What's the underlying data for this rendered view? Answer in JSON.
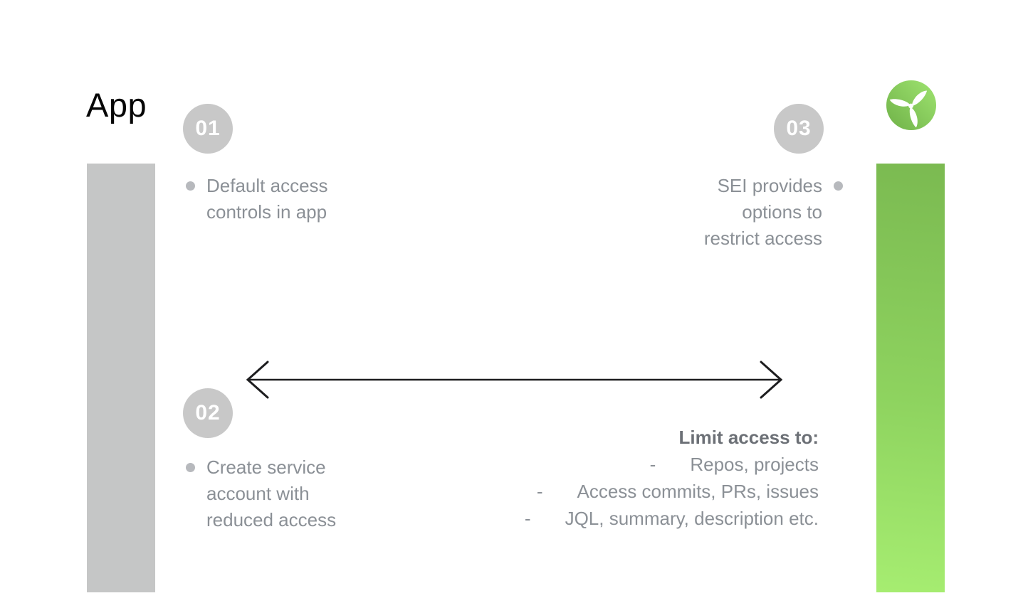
{
  "title": "App",
  "steps": [
    {
      "number": "01",
      "lines": [
        "Default access",
        "controls in app"
      ]
    },
    {
      "number": "02",
      "lines": [
        "Create service",
        "account with",
        "reduced access"
      ]
    },
    {
      "number": "03",
      "lines": [
        "SEI provides",
        "options to",
        "restrict access"
      ]
    }
  ],
  "limit": {
    "title": "Limit access to:",
    "dash": "-",
    "items": [
      "Repos, projects",
      "Access commits, PRs, issues",
      "JQL, summary, description etc."
    ]
  },
  "icons": {
    "logo": "propeller-icon",
    "arrow": "double-headed-arrow-icon",
    "bullet": "dot-icon"
  },
  "colors": {
    "bar_gray": "#c5c6c6",
    "badge_gray": "#c8c8c8",
    "green_bar_top": "#7bba51",
    "green_bar_bottom": "#a6ed71",
    "logo_green_dark": "#6fb148",
    "logo_green_light": "#9fe470",
    "text_gray": "#8b9096",
    "text_bold_gray": "#6c7076",
    "title_black": "#060606",
    "arrow_black": "#1d1d1f"
  }
}
